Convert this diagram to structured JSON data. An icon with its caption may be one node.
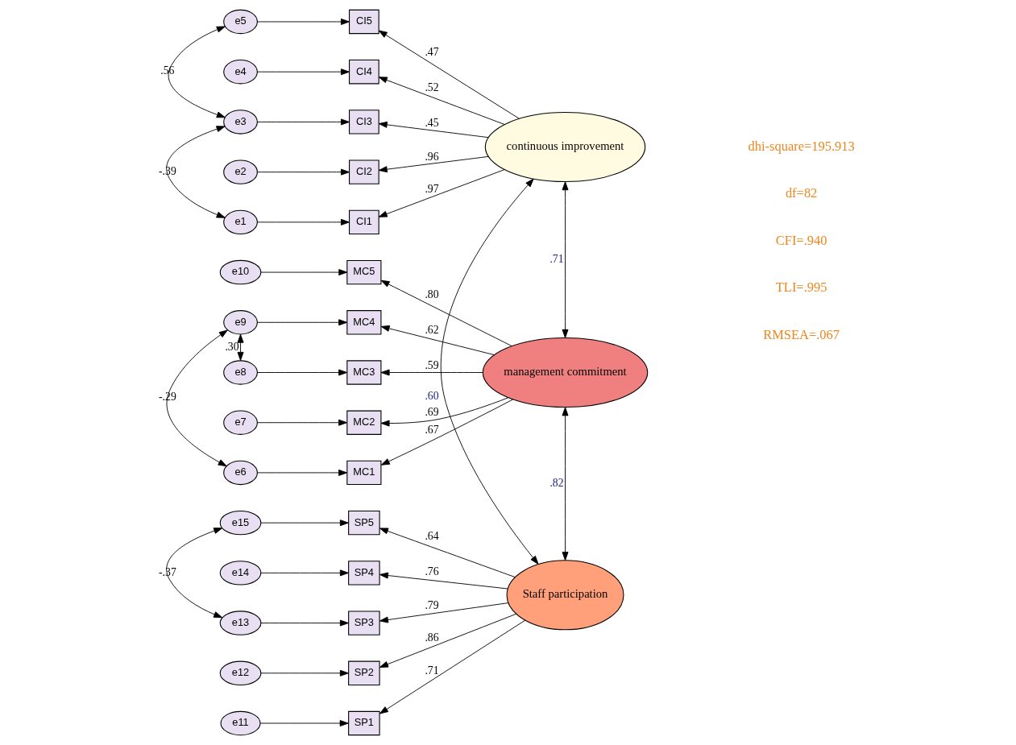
{
  "diagram": {
    "nodes": [
      {
        "text": [
          "e5"
        ]
      },
      {
        "text": [
          "e4"
        ]
      },
      {
        "text": [
          "e3"
        ]
      },
      {
        "text": [
          "e2"
        ]
      },
      {
        "text": [
          "e1"
        ]
      },
      {
        "text": [
          "e10"
        ]
      },
      {
        "text": [
          "e9"
        ]
      },
      {
        "text": [
          "e8"
        ]
      },
      {
        "text": [
          "e7"
        ]
      },
      {
        "text": [
          "e6"
        ]
      },
      {
        "text": [
          "e15"
        ]
      },
      {
        "text": [
          "e14"
        ]
      },
      {
        "text": [
          "e13"
        ]
      },
      {
        "text": [
          "e12"
        ]
      },
      {
        "text": [
          "e11"
        ]
      },
      {
        "text": [
          "CI5"
        ]
      },
      {
        "text": [
          "CI4"
        ]
      },
      {
        "text": [
          "CI3"
        ]
      },
      {
        "text": [
          "CI2"
        ]
      },
      {
        "text": [
          "CI1"
        ]
      },
      {
        "text": [
          "MC5"
        ]
      },
      {
        "text": [
          "MC4"
        ]
      },
      {
        "text": [
          "MC3"
        ]
      },
      {
        "text": [
          "MC2"
        ]
      },
      {
        "text": [
          "MC1"
        ]
      },
      {
        "text": [
          "SP5"
        ]
      },
      {
        "text": [
          "SP4"
        ]
      },
      {
        "text": [
          "SP3"
        ]
      },
      {
        "text": [
          "SP2"
        ]
      },
      {
        "text": [
          "SP1"
        ]
      },
      {
        "text": [
          "continuous improvement"
        ]
      },
      {
        "text": [
          "management commitment"
        ]
      },
      {
        "text": [
          "Staff participation"
        ]
      }
    ],
    "edges": [
      {
        "from": 0,
        "to": 15,
        "arrow": "to"
      },
      {
        "from": 1,
        "to": 16,
        "arrow": "to"
      },
      {
        "from": 2,
        "to": 17,
        "arrow": "to"
      },
      {
        "from": 3,
        "to": 18,
        "arrow": "to"
      },
      {
        "from": 4,
        "to": 19,
        "arrow": "to"
      },
      {
        "from": 5,
        "to": 20,
        "arrow": "to"
      },
      {
        "from": 6,
        "to": 21,
        "arrow": "to"
      },
      {
        "from": 7,
        "to": 22,
        "arrow": "to"
      },
      {
        "from": 8,
        "to": 23,
        "arrow": "to"
      },
      {
        "from": 9,
        "to": 24,
        "arrow": "to"
      },
      {
        "from": 10,
        "to": 25,
        "arrow": "to"
      },
      {
        "from": 11,
        "to": 26,
        "arrow": "to"
      },
      {
        "from": 12,
        "to": 27,
        "arrow": "to"
      },
      {
        "from": 13,
        "to": 28,
        "arrow": "to"
      },
      {
        "from": 14,
        "to": 29,
        "arrow": "to"
      },
      {
        "from": 30,
        "to": 15,
        "arrow": "to",
        "label": ".47"
      },
      {
        "from": 30,
        "to": 16,
        "arrow": "to",
        "label": ".52"
      },
      {
        "from": 30,
        "to": 17,
        "arrow": "to",
        "label": ".45"
      },
      {
        "from": 30,
        "to": 18,
        "arrow": "to",
        "label": ".96"
      },
      {
        "from": 30,
        "to": 19,
        "arrow": "to",
        "label": ".97"
      },
      {
        "from": 31,
        "to": 20,
        "arrow": "to",
        "label": ".80"
      },
      {
        "from": 31,
        "to": 21,
        "arrow": "to",
        "label": ".62"
      },
      {
        "from": 31,
        "to": 22,
        "arrow": "to",
        "label": ".59"
      },
      {
        "from": 31,
        "to": 23,
        "arrow": "to",
        "label": ".69"
      },
      {
        "from": 31,
        "to": 24,
        "arrow": "to",
        "label": ".67"
      },
      {
        "from": 32,
        "to": 25,
        "arrow": "to",
        "label": ".64"
      },
      {
        "from": 32,
        "to": 26,
        "arrow": "to",
        "label": ".76"
      },
      {
        "from": 32,
        "to": 27,
        "arrow": "to",
        "label": ".79"
      },
      {
        "from": 32,
        "to": 28,
        "arrow": "to",
        "label": ".86"
      },
      {
        "from": 32,
        "to": 29,
        "arrow": "to",
        "label": ".71"
      },
      {
        "from": 0,
        "to": 2,
        "arrow": "both",
        "label": ".56"
      },
      {
        "from": 2,
        "to": 4,
        "arrow": "both",
        "label": "-.39"
      },
      {
        "from": 6,
        "to": 7,
        "arrow": "both",
        "label": ".30"
      },
      {
        "from": 6,
        "to": 9,
        "arrow": "both",
        "label": "-.29"
      },
      {
        "from": 10,
        "to": 12,
        "arrow": "both",
        "label": "-.37"
      },
      {
        "from": 30,
        "to": 31,
        "arrow": "both",
        "label": ".71"
      },
      {
        "from": 30,
        "to": 32,
        "arrow": "both",
        "label": ".60"
      },
      {
        "from": 31,
        "to": 32,
        "arrow": "both",
        "label": ".82"
      }
    ],
    "labels": [
      "dhi-square=195.913",
      "df=82",
      "CFI=.940",
      "TLI=.995",
      "RMSEA=.067"
    ]
  }
}
